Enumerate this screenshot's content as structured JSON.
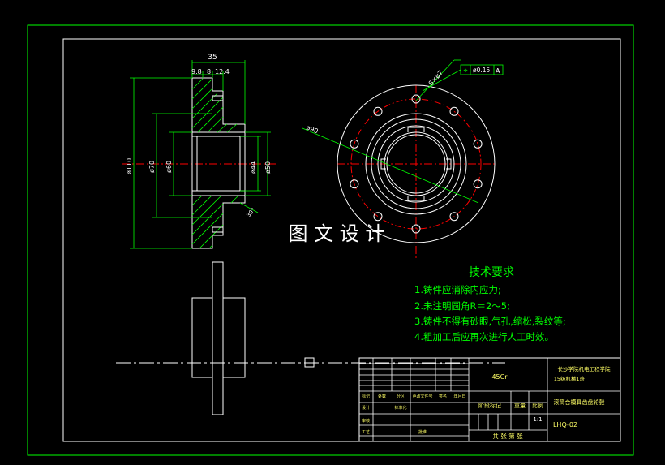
{
  "colors": {
    "background": "#000000",
    "frame": "#00ff00",
    "part_lines": "#ffffff",
    "hatch": "#00ff00",
    "dimensions": "#00ff00",
    "centerlines": "#ff0000",
    "text_green": "#00ff00",
    "table_text": "#ffff66"
  },
  "watermark": "图 文 设 计",
  "section_view": {
    "dims": {
      "overall_width": "35",
      "w1": "9.8",
      "w2": "8",
      "w3": "12.4",
      "d_outer": "ø110",
      "d_pitch": "ø70",
      "d_60": "ø60",
      "d_44": "ø44",
      "d_50": "ø50",
      "chamfer": "30°"
    }
  },
  "front_view": {
    "dims": {
      "bolt_circle": "ø90",
      "holes": "8×ø7",
      "position_tolerance": "ø0.15",
      "datum": "A"
    },
    "hole_count": 10
  },
  "tech_requirements": {
    "title": "技术要求",
    "items": [
      "1.铸件应消除内应力;",
      "2.未注明圆角R＝2～5;",
      "3.铸件不得有砂眼,气孔,缩松,裂纹等;",
      "4.粗加工后应再次进行人工时效。"
    ]
  },
  "title_block": {
    "material": "45Cr",
    "school": "长沙学院机电工程学院",
    "class_name": "15级机械1班",
    "part_name": "滚筒合模具齿盘轮毂",
    "drawing_no": "LHQ-02",
    "scale_value": "1:1",
    "headers": {
      "stage_mark": "阶段标记",
      "weight": "重量",
      "scale": "比例"
    },
    "row_labels": [
      "标记",
      "处数",
      "分区",
      "更改文件号",
      "签名",
      "年月日"
    ],
    "left_labels": [
      "设计",
      "标准化",
      "审核",
      "工艺",
      "批准"
    ],
    "sheet": "共 张 第 张"
  }
}
